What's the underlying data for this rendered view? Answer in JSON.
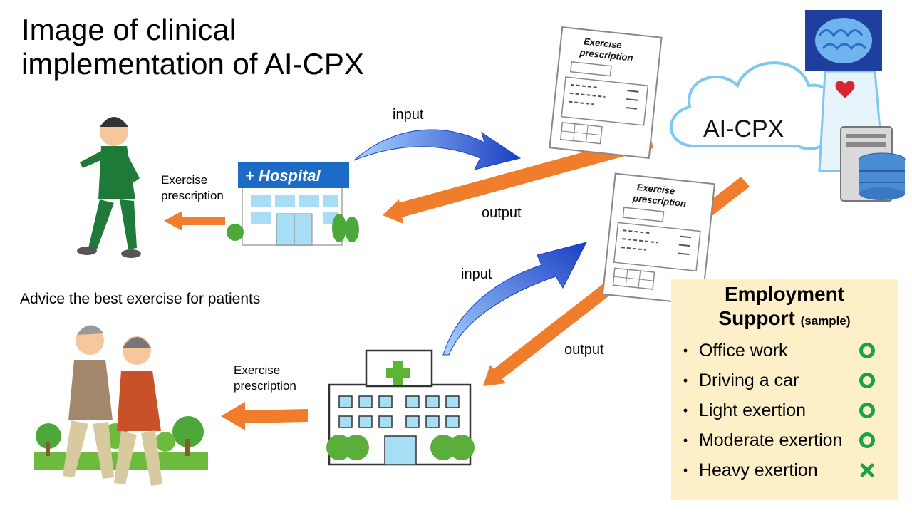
{
  "title_line1": "Image of clinical",
  "title_line2": "implementation of AI-CPX",
  "labels": {
    "input_top": "input",
    "output_top": "output",
    "input_bottom": "input",
    "output_bottom": "output",
    "exercise_line1": "Exercise",
    "exercise_line2": "prescription",
    "exercise2_line1": "Exercise",
    "exercise2_line2": "prescription",
    "advice": "Advice the best exercise for patients"
  },
  "document": {
    "line1": "Exercise",
    "line2": "prescription"
  },
  "hospital_sign": "+ Hospital",
  "cloud_label": "AI-CPX",
  "employment": {
    "title_line1": "Employment",
    "title_line2": "Support",
    "title_sub": "(sample)",
    "items": [
      {
        "label": "Office work",
        "status": "circle"
      },
      {
        "label": "Driving a car",
        "status": "circle"
      },
      {
        "label": "Light exertion",
        "status": "circle"
      },
      {
        "label": "Moderate exertion",
        "status": "circle"
      },
      {
        "label": "Heavy exertion",
        "status": "cross"
      }
    ]
  },
  "colors": {
    "arrow_blue": "#1f4fd1",
    "arrow_orange": "#ef7d2c",
    "check_green": "#16a34a",
    "panel_bg": "#fdf0c8"
  }
}
